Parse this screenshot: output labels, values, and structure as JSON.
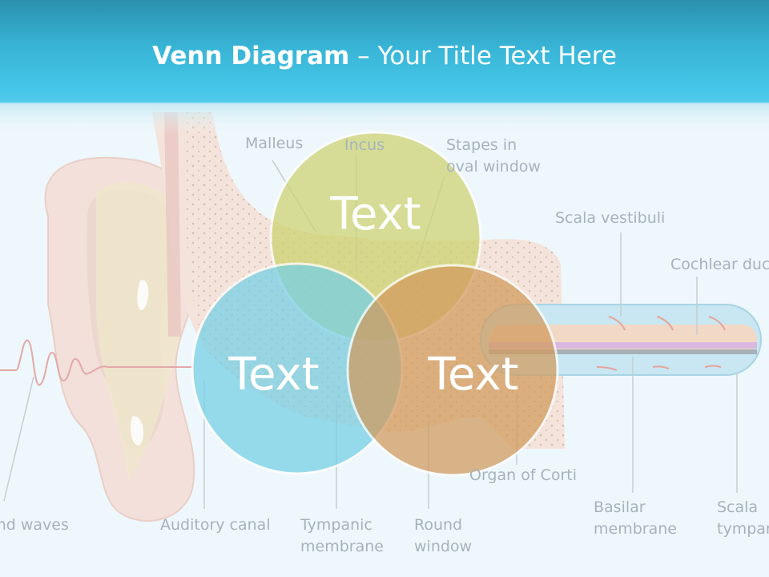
{
  "title": {
    "bold": "Venn Diagram",
    "rest": " – Your Title Text Here"
  },
  "venn": {
    "top": {
      "label": "Text",
      "color": "#cdd36e"
    },
    "left": {
      "label": "Text",
      "color": "#74d0e6"
    },
    "right": {
      "label": "Text",
      "color": "#d29a5c"
    }
  },
  "anatomy_labels": {
    "malleus": "Malleus",
    "incus": "Incus",
    "stapes_1": "Stapes in",
    "stapes_2": "oval window",
    "scala_vestibuli": "Scala vestibuli",
    "cochlear_duct": "Cochlear duct",
    "organ_of_corti": "Organ of Corti",
    "sound_waves": "Sound waves",
    "auditory_canal": "Auditory canal",
    "tympanic_1": "Tympanic",
    "tympanic_2": "membrane",
    "round_1": "Round",
    "round_2": "window",
    "basilar_1": "Basilar",
    "basilar_2": "membrane",
    "scala_t_1": "Scala",
    "scala_t_2": "tympani"
  },
  "colors": {
    "header": "#3cb9dc",
    "background": "#eef7fb"
  }
}
